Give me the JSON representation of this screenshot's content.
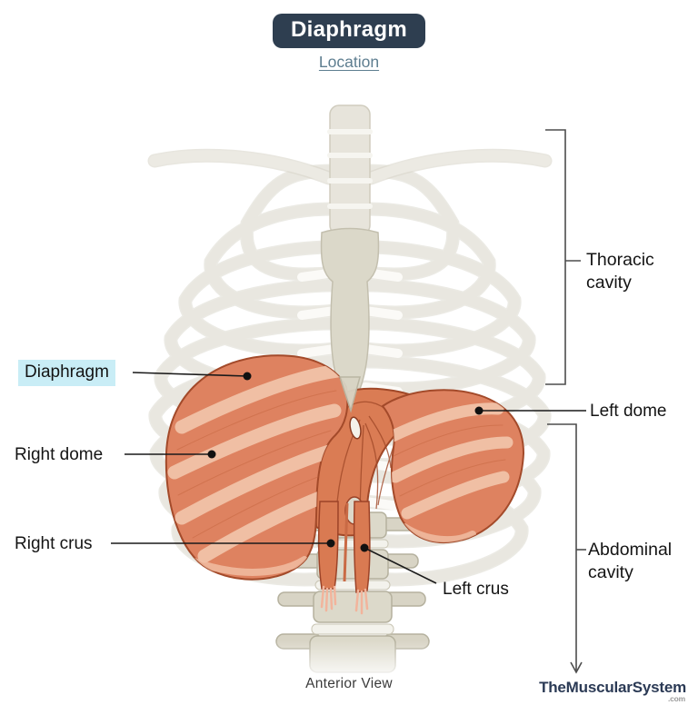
{
  "header": {
    "title": "Diaphragm",
    "subtitle": "Location"
  },
  "annotations": {
    "diaphragm": "Diaphragm",
    "right_dome": "Right dome",
    "right_crus": "Right crus",
    "left_dome": "Left dome",
    "left_crus": "Left crus",
    "thoracic_cavity": "Thoracic cavity",
    "abdominal_cavity": "Abdominal cavity"
  },
  "footer": {
    "view_label": "Anterior View",
    "brand": "TheMuscularSystem",
    "brand_suffix": ".com"
  },
  "colors": {
    "badge_bg": "#2e3e50",
    "link": "#5e7e90",
    "label_highlight": "#c9edf6",
    "muscle": "#de8260",
    "muscle_light_band": "#f2c6ac",
    "muscle_outline": "#a34a2a",
    "bone": "#e9e7e0",
    "brand": "#2b3a55"
  }
}
